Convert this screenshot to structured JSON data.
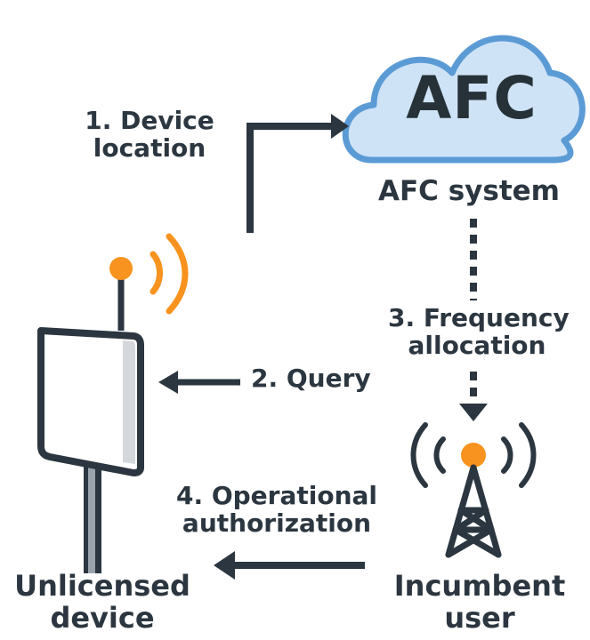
{
  "cloud": {
    "logo_text": "AFC",
    "caption": "AFC system"
  },
  "steps": [
    {
      "lines": [
        "1. Device",
        "location"
      ]
    },
    {
      "lines": [
        "2. Query"
      ]
    },
    {
      "lines": [
        "3. Frequency",
        "allocation"
      ]
    },
    {
      "lines": [
        "4. Operational",
        "authorization"
      ]
    }
  ],
  "nodes": {
    "unlicensed": [
      "Unlicensed",
      "device"
    ],
    "incumbent": [
      "Incumbent",
      "user"
    ]
  },
  "colors": {
    "cloud_fill": "#cfe3f7",
    "cloud_stroke": "#5b9bd5",
    "ink": "#2b3640",
    "accent_orange": "#f7931e"
  }
}
